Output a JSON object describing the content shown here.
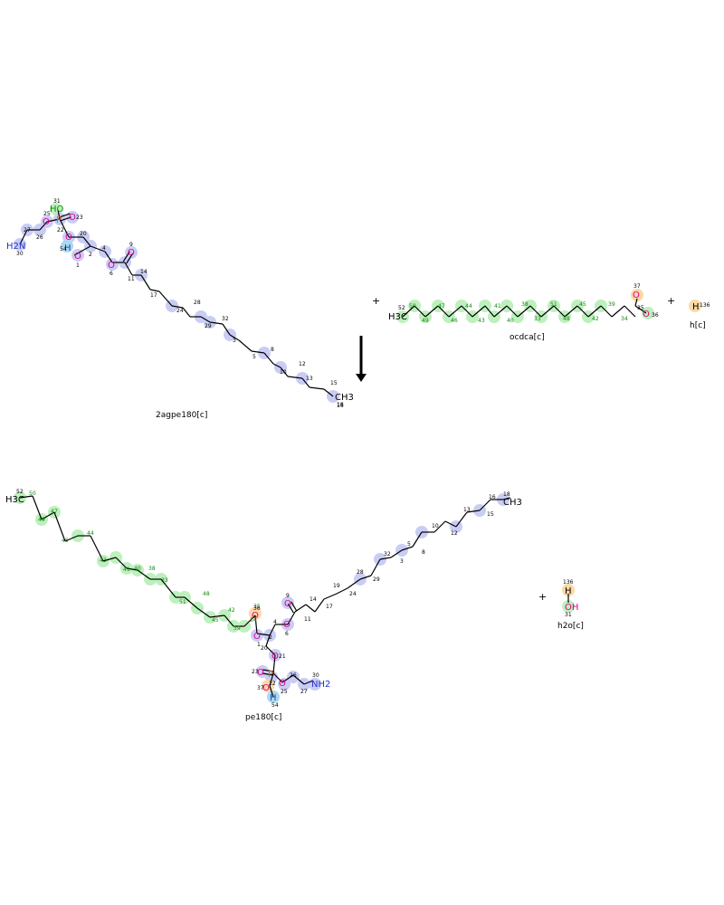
{
  "colors": {
    "blue_highlight": "#c9cdf5",
    "green_highlight": "#bdf0bd",
    "orange_highlight": "#fbd9a6",
    "cyan_highlight": "#a9d9f2",
    "oxygen": "#e0008a",
    "phosphorus": "#e07000",
    "nitrogen": "#2233cc",
    "green_number": "#118811",
    "blue_number": "#222266"
  },
  "reaction": {
    "arrow": "down-arrow",
    "plus_signs": [
      "+",
      "+",
      "+"
    ],
    "reactants": [
      {
        "id": "2agpe180",
        "label": "2agpe180[c]"
      },
      {
        "id": "ocdca",
        "label": "ocdca[c]"
      },
      {
        "id": "h",
        "label": "h[c]"
      }
    ],
    "products": [
      {
        "id": "pe180",
        "label": "pe180[c]"
      },
      {
        "id": "h2o",
        "label": "h2o[c]"
      }
    ]
  },
  "mol_2agpe": {
    "chain_numbers": [
      "11",
      "14",
      "17",
      "24",
      "28",
      "29",
      "32",
      "3",
      "5",
      "8",
      "10",
      "12",
      "13",
      "15",
      "16"
    ],
    "end_label": "CH3",
    "end_number": "18",
    "head": {
      "ho_num": "31",
      "o25": "25",
      "o23": "23",
      "n22": "22",
      "c20": "20",
      "h54": "54",
      "c4": "4",
      "c2": "2",
      "o1": "1",
      "o6": "6",
      "o9": "9",
      "c27": "27",
      "c26": "26",
      "n30": "30"
    }
  },
  "mol_ocdca": {
    "start_label": "H3C",
    "start_number": "52",
    "chain_numbers": [
      "50",
      "49",
      "47",
      "46",
      "44",
      "43",
      "41",
      "40",
      "38",
      "33",
      "51",
      "48",
      "45",
      "42",
      "39",
      "34"
    ],
    "o37": "37",
    "o36": "36",
    "c35": "35"
  },
  "mol_h": {
    "number": "136"
  },
  "mol_pe": {
    "left_numbers": [
      "52",
      "50",
      "49",
      "47",
      "46",
      "44",
      "43",
      "41",
      "40",
      "38",
      "33",
      "51",
      "48",
      "45",
      "42",
      "39",
      "34",
      "35"
    ],
    "right_numbers": [
      "11",
      "14",
      "17",
      "19",
      "24",
      "28",
      "29",
      "32",
      "3",
      "5",
      "8",
      "10",
      "12",
      "13",
      "15",
      "16"
    ],
    "start_label": "H3C",
    "end_label": "CH3",
    "end_number": "18",
    "head": {
      "o36": "36",
      "o1": "1",
      "c2": "2",
      "c4": "4",
      "o6": "6",
      "o9": "9",
      "c20": "20",
      "o21": "21",
      "o23": "23",
      "p22": "22",
      "o37": "37",
      "o25": "25",
      "h54": "54",
      "c26": "26",
      "c27": "27",
      "n30": "30"
    }
  },
  "mol_h2o": {
    "h_number": "136",
    "oh_number": "31"
  }
}
